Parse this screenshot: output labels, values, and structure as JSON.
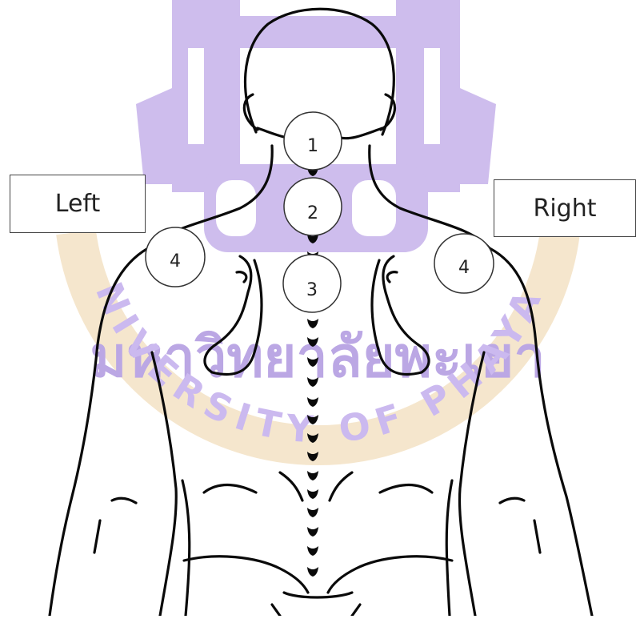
{
  "labels": {
    "left": "Left",
    "right": "Right"
  },
  "points": [
    {
      "id": "1",
      "label": "1",
      "region": "upper neck"
    },
    {
      "id": "2",
      "label": "2",
      "region": "mid neck"
    },
    {
      "id": "3",
      "label": "3",
      "region": "lower neck"
    },
    {
      "id": "4l",
      "label": "4",
      "region": "left shoulder"
    },
    {
      "id": "4r",
      "label": "4",
      "region": "right shoulder"
    }
  ],
  "watermark": {
    "text": "UNIVERSITY OF PHAYAO",
    "color": "#8f6fd0",
    "accent": "#e9b56a"
  },
  "colors": {
    "line": "#0a0a0a",
    "circle_fill": "#ffffff"
  }
}
